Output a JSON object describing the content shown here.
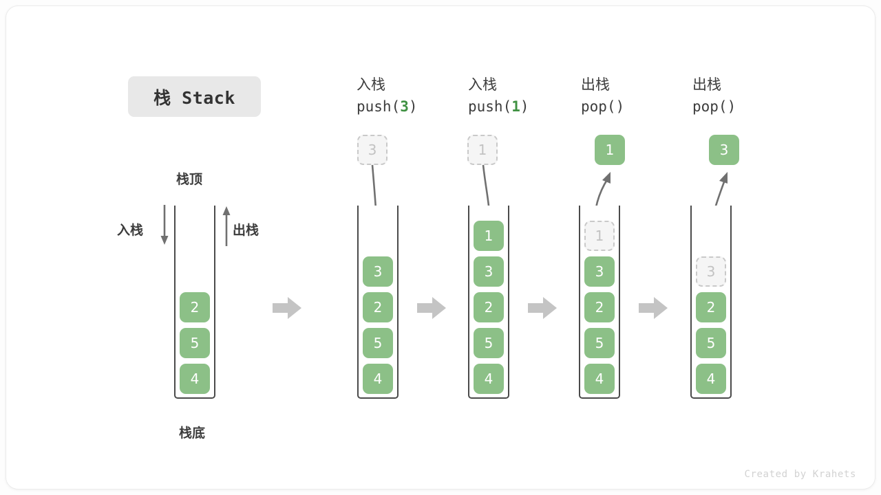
{
  "title": {
    "badge": "栈 Stack"
  },
  "labels": {
    "top": "栈顶",
    "bottom": "栈底",
    "push": "入栈",
    "pop": "出栈"
  },
  "colors": {
    "cell_fill": "#8cc087",
    "cell_text": "#ffffff",
    "ghost_fill": "#f5f5f5",
    "ghost_border": "#c9c9c9",
    "ghost_text": "#c2c2c2",
    "accent_green": "#3f9142",
    "arrow_gray": "#707070",
    "block_arrow_gray": "#c4c4c4",
    "wall": "#4a4a4a",
    "badge_bg": "#e8e8e8",
    "text": "#3c3c3c",
    "credit": "#d2d2d2"
  },
  "stages": [
    {
      "id": "initial",
      "head_cn": "",
      "head_code": "",
      "code_arg": "",
      "stack": [
        "2",
        "5",
        "4"
      ],
      "floating": null,
      "ghost": null
    },
    {
      "id": "push-3",
      "head_cn": "入栈",
      "head_code_prefix": "push(",
      "code_arg": "3",
      "head_code_suffix": ")",
      "stack": [
        "3",
        "2",
        "5",
        "4"
      ],
      "floating": {
        "value": "3",
        "style": "ghost"
      },
      "arrow_dir": "down"
    },
    {
      "id": "push-1",
      "head_cn": "入栈",
      "head_code_prefix": "push(",
      "code_arg": "1",
      "head_code_suffix": ")",
      "stack": [
        "1",
        "3",
        "2",
        "5",
        "4"
      ],
      "floating": {
        "value": "1",
        "style": "ghost"
      },
      "arrow_dir": "down"
    },
    {
      "id": "pop-1",
      "head_cn": "出栈",
      "head_code_prefix": "pop(",
      "code_arg": "",
      "head_code_suffix": ")",
      "stack": [
        "1",
        "3",
        "2",
        "5",
        "4"
      ],
      "stack_top_ghost": "1",
      "floating": {
        "value": "1",
        "style": "solid"
      },
      "arrow_dir": "up"
    },
    {
      "id": "pop-3",
      "head_cn": "出栈",
      "head_code_prefix": "pop(",
      "code_arg": "",
      "head_code_suffix": ")",
      "stack": [
        "3",
        "2",
        "5",
        "4"
      ],
      "stack_top_ghost": "3",
      "floating": {
        "value": "3",
        "style": "solid"
      },
      "arrow_dir": "up"
    }
  ],
  "stage_heads": [
    {
      "cn": "入栈",
      "code_pre": "push(",
      "arg": "3",
      "code_post": ")"
    },
    {
      "cn": "入栈",
      "code_pre": "push(",
      "arg": "1",
      "code_post": ")"
    },
    {
      "cn": "出栈",
      "code_pre": "pop(",
      "arg": "",
      "code_post": ")"
    },
    {
      "cn": "出栈",
      "code_pre": "pop(",
      "arg": "",
      "code_post": ")"
    }
  ],
  "stack_cells": {
    "s0": [
      "2",
      "5",
      "4"
    ],
    "s1": [
      "3",
      "2",
      "5",
      "4"
    ],
    "s2": [
      "1",
      "3",
      "2",
      "5",
      "4"
    ],
    "s3_ghost": "1",
    "s3": [
      "3",
      "2",
      "5",
      "4"
    ],
    "s4_ghost": "3",
    "s4": [
      "2",
      "5",
      "4"
    ]
  },
  "floating_values": {
    "f1": "3",
    "f2": "1",
    "f3": "1",
    "f4": "3"
  },
  "credit": "Created by Krahets"
}
